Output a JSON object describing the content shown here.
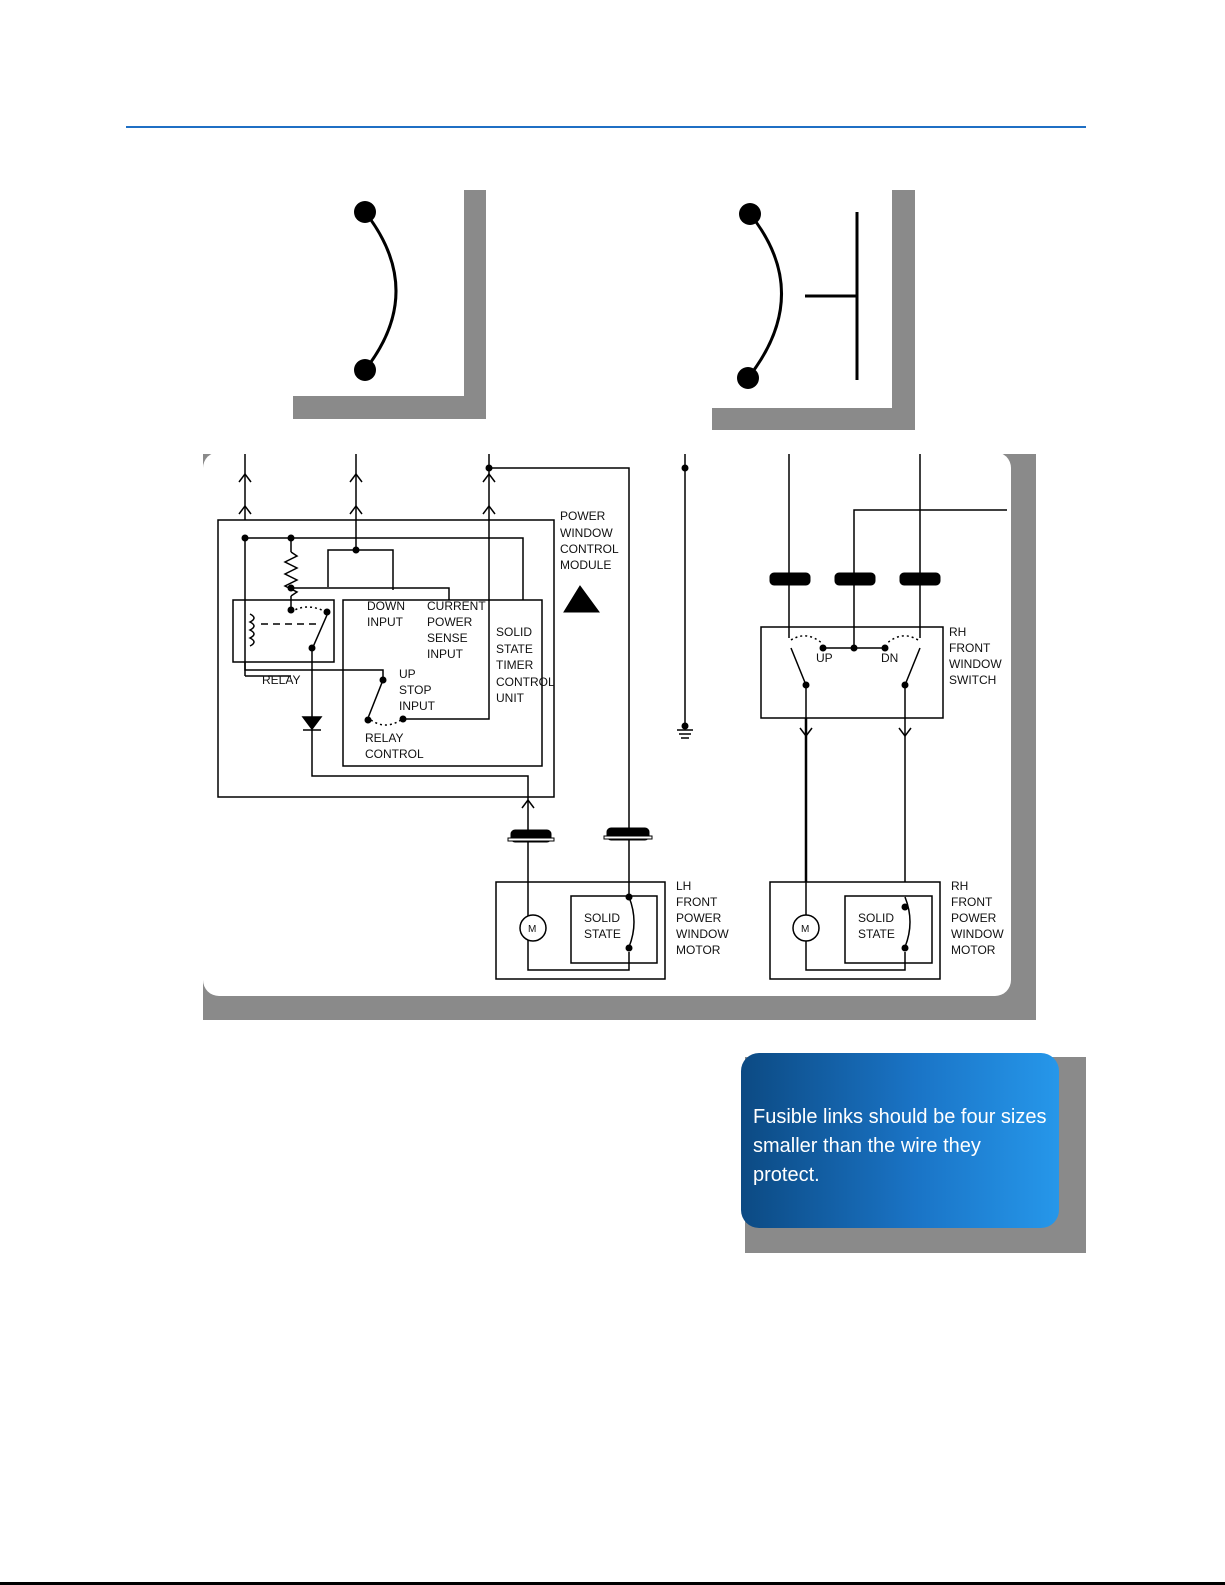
{
  "callout": {
    "text": "Fusible links should be four sizes smaller than the wire they protect."
  },
  "schematic": {
    "module_label": [
      "POWER",
      "WINDOW",
      "CONTROL",
      "MODULE"
    ],
    "down_input": [
      "DOWN",
      "INPUT"
    ],
    "current_sense": [
      "CURRENT",
      "POWER",
      "SENSE",
      "INPUT"
    ],
    "timer_unit": [
      "SOLID",
      "STATE",
      "TIMER",
      "CONTROL",
      "UNIT"
    ],
    "relay": "RELAY",
    "up_stop": [
      "UP",
      "STOP",
      "INPUT"
    ],
    "relay_control": [
      "RELAY",
      "CONTROL"
    ],
    "rh_switch": [
      "RH",
      "FRONT",
      "WINDOW",
      "SWITCH"
    ],
    "up": "UP",
    "dn": "DN",
    "lh_motor": [
      "LH",
      "FRONT",
      "POWER",
      "WINDOW",
      "MOTOR"
    ],
    "rh_motor": [
      "RH",
      "FRONT",
      "POWER",
      "WINDOW",
      "MOTOR"
    ],
    "solid_state": [
      "SOLID",
      "STATE"
    ],
    "motor_symbol": "M"
  },
  "colors": {
    "rule": "#1f6fc4",
    "callout_start": "#0c4a83",
    "callout_end": "#2697ea"
  }
}
